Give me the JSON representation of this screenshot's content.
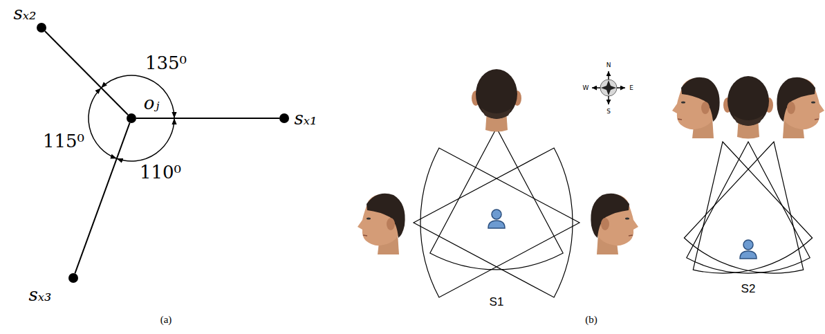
{
  "diagram": {
    "nodes": [
      {
        "text": [
          "sₓ₂"
        ]
      },
      {
        "text": [
          "oⱼ"
        ]
      },
      {
        "text": [
          "sₓ₁"
        ]
      },
      {
        "text": [
          "sₓ₃"
        ]
      }
    ],
    "edges": [
      {
        "from": 1,
        "to": 2,
        "arrow": "none"
      },
      {
        "from": 1,
        "to": 0,
        "arrow": "none"
      },
      {
        "from": 1,
        "to": 3,
        "arrow": "none"
      }
    ],
    "labels": [
      "135⁰",
      "115⁰",
      "110⁰",
      "(a)",
      "N",
      "W",
      "E",
      "S",
      "S1",
      "S2",
      "(b)"
    ]
  }
}
